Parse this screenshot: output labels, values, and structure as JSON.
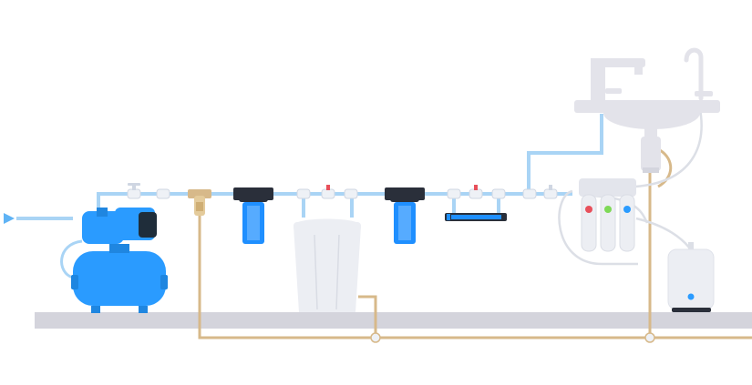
{
  "colors": {
    "background": "#ffffff",
    "cold_pipe": "#a9d4f5",
    "cold_pipe_outline": "#8fc4ee",
    "drain_pipe": "#d7b98a",
    "floor": "#d4d4dc",
    "pump_blue": "#2a9bff",
    "pump_dark": "#1f2d3a",
    "filter_blue": "#1f8fff",
    "filter_cap": "#2a2f3a",
    "fitting": "#eef1f6",
    "valve_handle": "#e8505b",
    "ro_red": "#e8505b",
    "ro_green": "#7ed957",
    "ro_blue": "#2a9bff",
    "sink_gray": "#e3e3ea",
    "tank_white": "#eceef3"
  },
  "components": [
    "inlet-arrow",
    "pressure-pump",
    "sediment-prefilter",
    "housing-filter-1",
    "softener-tank",
    "housing-filter-2",
    "uv-sterilizer",
    "reverse-osmosis-unit",
    "storage-tank",
    "kitchen-sink",
    "mixer-faucet",
    "drinking-water-faucet",
    "drain-line",
    "floor"
  ]
}
